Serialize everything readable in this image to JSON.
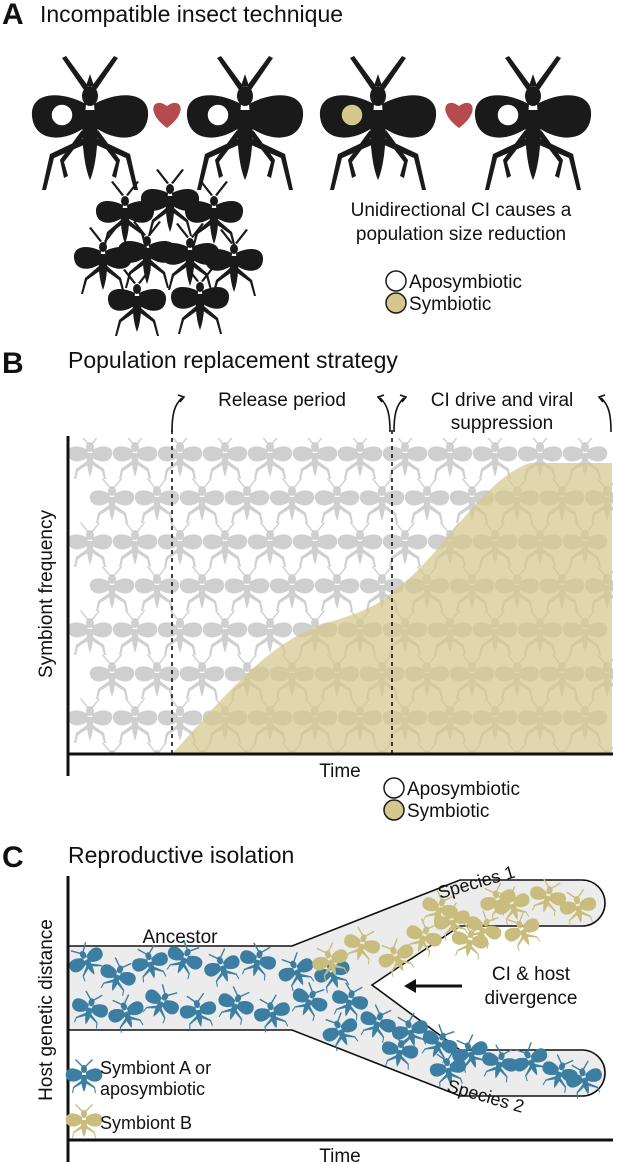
{
  "panelA": {
    "letter": "A",
    "title": "Incompatible insect technique",
    "caption_line1": "Unidirectional CI causes a",
    "caption_line2": "population size reduction",
    "legend": [
      {
        "label": "Aposymbiotic",
        "color": "#ffffff"
      },
      {
        "label": "Symbiotic",
        "color": "#d6c88d"
      }
    ],
    "heart_color": "#b64a4e"
  },
  "panelB": {
    "letter": "B",
    "title": "Population replacement strategy",
    "period1": "Release period",
    "period2_line1": "CI drive and viral",
    "period2_line2": "suppression",
    "y_axis": "Symbiont frequency",
    "x_axis": "Time",
    "legend": [
      {
        "label": "Aposymbiotic",
        "color": "#ffffff"
      },
      {
        "label": "Symbiotic",
        "color": "#d6c88d"
      }
    ]
  },
  "panelC": {
    "letter": "C",
    "title": "Reproductive isolation",
    "y_axis": "Host genetic distance",
    "x_axis": "Time",
    "ancestor": "Ancestor",
    "species1": "Species 1",
    "species2": "Species 2",
    "divergence_line1": "CI & host",
    "divergence_line2": "divergence",
    "legend_a_line1": "Symbiont A or",
    "legend_a_line2": "aposymbiotic",
    "legend_b": "Symbiont B",
    "color_a": "#3b7ea1",
    "color_b": "#c9bd7d"
  }
}
